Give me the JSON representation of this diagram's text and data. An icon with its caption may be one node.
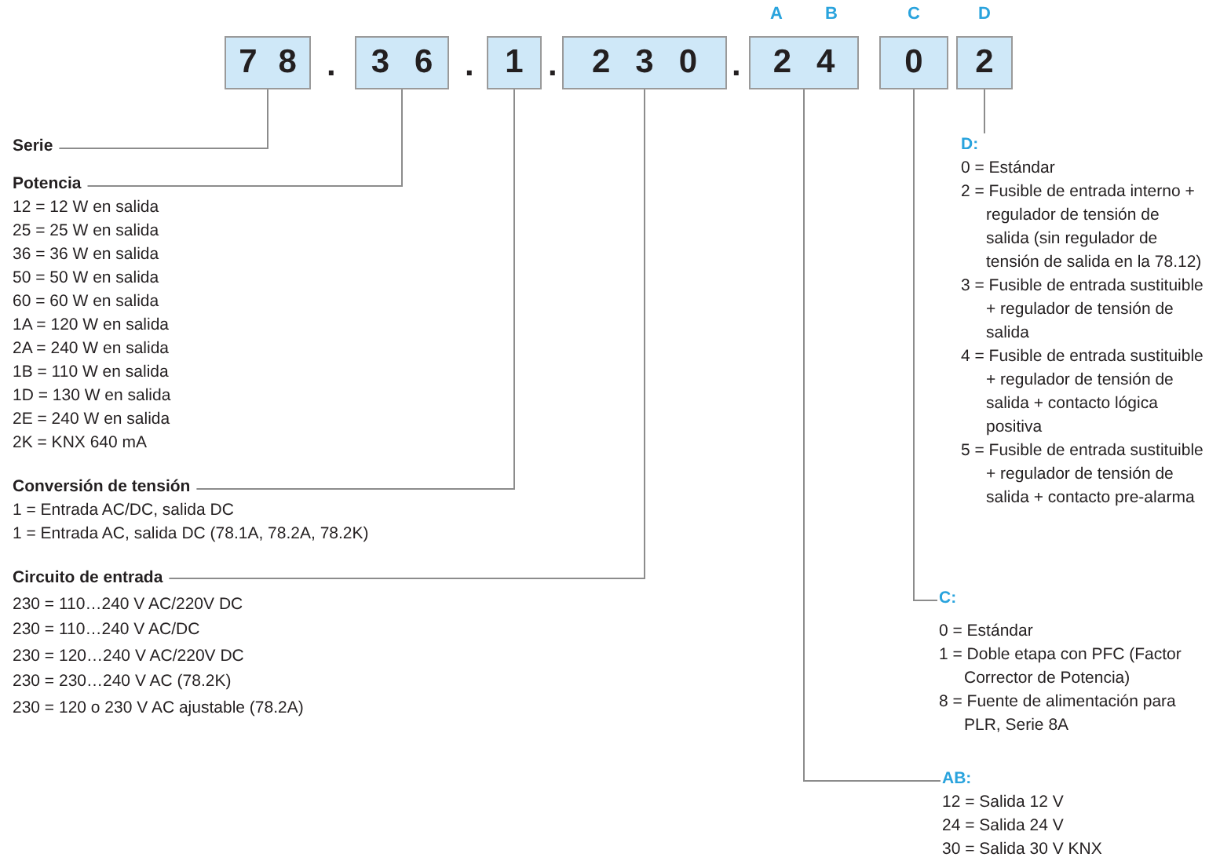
{
  "diagram": {
    "nodes": [
      {
        "text": [
          "78"
        ]
      },
      {
        "text": [
          "36"
        ]
      },
      {
        "text": [
          "1"
        ]
      },
      {
        "text": [
          "230"
        ]
      },
      {
        "text": [
          "24"
        ],
        "beside": [
          "A",
          "B"
        ]
      },
      {
        "text": [
          "0"
        ],
        "beside": [
          "C"
        ]
      },
      {
        "text": [
          "2"
        ],
        "beside": [
          "D"
        ]
      },
      {
        "text": [
          "Serie"
        ]
      },
      {
        "text": [
          "Potencia",
          "12 = 12 W en salida",
          "25 = 25 W en salida",
          "36 = 36 W en salida",
          "50 = 50 W en salida",
          "60 = 60 W en salida",
          "1A = 120 W en salida",
          "2A = 240 W en salida",
          "1B = 110 W en salida",
          "1D = 130 W en salida",
          "2E = 240 W en salida",
          "2K = KNX 640 mA"
        ]
      },
      {
        "text": [
          "Conversión de tensión",
          "1 = Entrada AC/DC, salida DC",
          "1 = Entrada AC, salida DC (78.1A, 78.2A, 78.2K)"
        ]
      },
      {
        "text": [
          "Circuito de entrada",
          "230 = 110…240 V AC/220V DC",
          "230 = 110…240 V AC/DC",
          "230 = 120…240 V AC/220V DC",
          "230 = 230…240 V AC (78.2K)",
          "230 = 120 o 230 V AC ajustable (78.2A)"
        ]
      },
      {
        "text": [
          "D:",
          "0 = Estándar",
          "2 = Fusible de entrada interno + regulador de tensión de salida (sin regulador de tensión de salida en la 78.12)",
          "3 = Fusible de entrada sustituible + regulador de tensión de salida",
          "4 = Fusible de entrada sustituible + regulador de tensión de salida + contacto lógica positiva",
          "5 = Fusible de entrada sustituible + regulador de tensión de salida + contacto pre-alarma"
        ]
      },
      {
        "text": [
          "C:",
          "0 = Estándar",
          "1 = Doble etapa con PFC (Factor Corrector de Potencia)",
          "8 = Fuente de alimentación para PLR, Serie 8A"
        ]
      },
      {
        "text": [
          "AB:",
          "12 = Salida 12 V",
          "24 = Salida 24 V",
          "30 = Salida 30 V KNX"
        ]
      }
    ],
    "edges": [
      {
        "from": 0,
        "to": 7,
        "arrow": "none"
      },
      {
        "from": 1,
        "to": 8,
        "arrow": "none"
      },
      {
        "from": 2,
        "to": 9,
        "arrow": "none"
      },
      {
        "from": 3,
        "to": 10,
        "arrow": "none"
      },
      {
        "from": 4,
        "to": 13,
        "arrow": "none"
      },
      {
        "from": 5,
        "to": 12,
        "arrow": "none"
      },
      {
        "from": 6,
        "to": 11,
        "arrow": "none"
      }
    ],
    "labels": [
      ".",
      ".",
      ".",
      "."
    ]
  }
}
